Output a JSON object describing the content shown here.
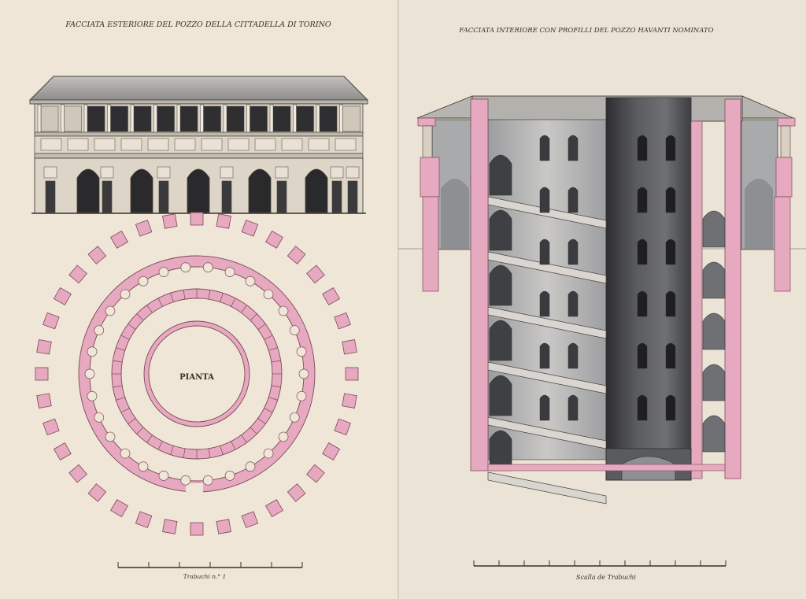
{
  "left_panel": {
    "title": "FACCIATA ESTERIORE DEL POZZO DELLA CITTADELLA DI TORINO",
    "plan_label": "PIANTA",
    "scale_caption": "Trabuchi n.° 1"
  },
  "right_panel": {
    "title": "FACCIATA INTERIORE CON PROFILLI DEL POZZO HAVANTI NOMINATO",
    "scale_caption": "Scalla de Trabuchi"
  },
  "colors": {
    "paper": "#efe7da",
    "pink_wash": "#e6a9c0",
    "ink": "#3b2f2a",
    "grey_wash": "#8e8f8f",
    "dark_wash": "#3c3c3e"
  }
}
